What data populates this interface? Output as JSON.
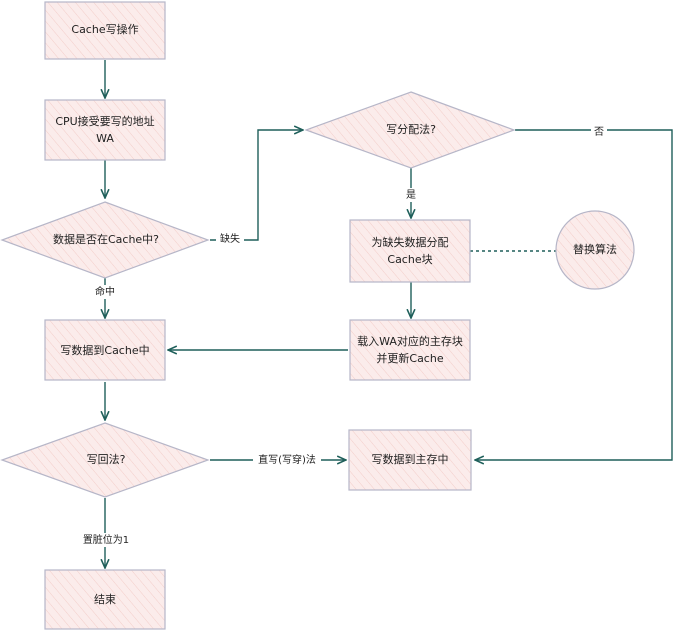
{
  "diagram": {
    "nodes": {
      "start": {
        "line1": "Cache写操作"
      },
      "get_addr": {
        "line1": "CPU接受要写的地址",
        "line2": "WA"
      },
      "hit_check": {
        "line1": "数据是否在Cache中?"
      },
      "write_cache": {
        "line1": "写数据到Cache中"
      },
      "write_back_check": {
        "line1": "写回法?"
      },
      "end": {
        "line1": "结束"
      },
      "write_allocate_check": {
        "line1": "写分配法?"
      },
      "allocate_block": {
        "line1": "为缺失数据分配",
        "line2": "Cache块"
      },
      "replace_algo": {
        "line1": "替换算法"
      },
      "load_block": {
        "line1": "载入WA对应的主存块",
        "line2": "并更新Cache"
      },
      "write_memory": {
        "line1": "写数据到主存中"
      }
    },
    "edges": {
      "hit": "命中",
      "miss": "缺失",
      "yes": "是",
      "no": "否",
      "write_through": "直写(写穿)法",
      "dirty": "置脏位为1"
    }
  },
  "colors": {
    "node_fill": "#fbeceb",
    "node_hatch": "#f0c9c5",
    "node_border": "#b6b6c8",
    "edge": "#1e5f5a",
    "text": "#222222"
  }
}
